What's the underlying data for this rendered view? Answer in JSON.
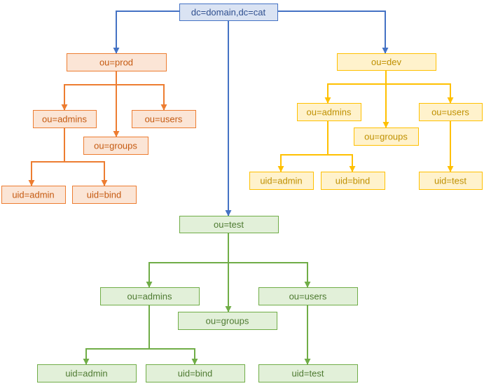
{
  "colors": {
    "root": {
      "stroke": "#4472c4",
      "fill": "#dae3f3",
      "text": "#2f4f8f"
    },
    "prod": {
      "stroke": "#ed7d31",
      "fill": "#fbe5d6",
      "text": "#c55a11"
    },
    "dev": {
      "stroke": "#ffc000",
      "fill": "#fff2cc",
      "text": "#bf9000"
    },
    "test": {
      "stroke": "#70ad47",
      "fill": "#e2f0d9",
      "text": "#4e7a31"
    }
  },
  "nodes": {
    "root": {
      "label": "dc=domain,dc=cat"
    },
    "prod": {
      "label": "ou=prod"
    },
    "prod_admins": {
      "label": "ou=admins"
    },
    "prod_users": {
      "label": "ou=users"
    },
    "prod_groups": {
      "label": "ou=groups"
    },
    "prod_admin": {
      "label": "uid=admin"
    },
    "prod_bind": {
      "label": "uid=bind"
    },
    "dev": {
      "label": "ou=dev"
    },
    "dev_admins": {
      "label": "ou=admins"
    },
    "dev_users": {
      "label": "ou=users"
    },
    "dev_groups": {
      "label": "ou=groups"
    },
    "dev_admin": {
      "label": "uid=admin"
    },
    "dev_bind": {
      "label": "uid=bind"
    },
    "dev_test": {
      "label": "uid=test"
    },
    "test": {
      "label": "ou=test"
    },
    "test_admins": {
      "label": "ou=admins"
    },
    "test_users": {
      "label": "ou=users"
    },
    "test_groups": {
      "label": "ou=groups"
    },
    "test_admin": {
      "label": "uid=admin"
    },
    "test_bind": {
      "label": "uid=bind"
    },
    "test_test": {
      "label": "uid=test"
    }
  }
}
